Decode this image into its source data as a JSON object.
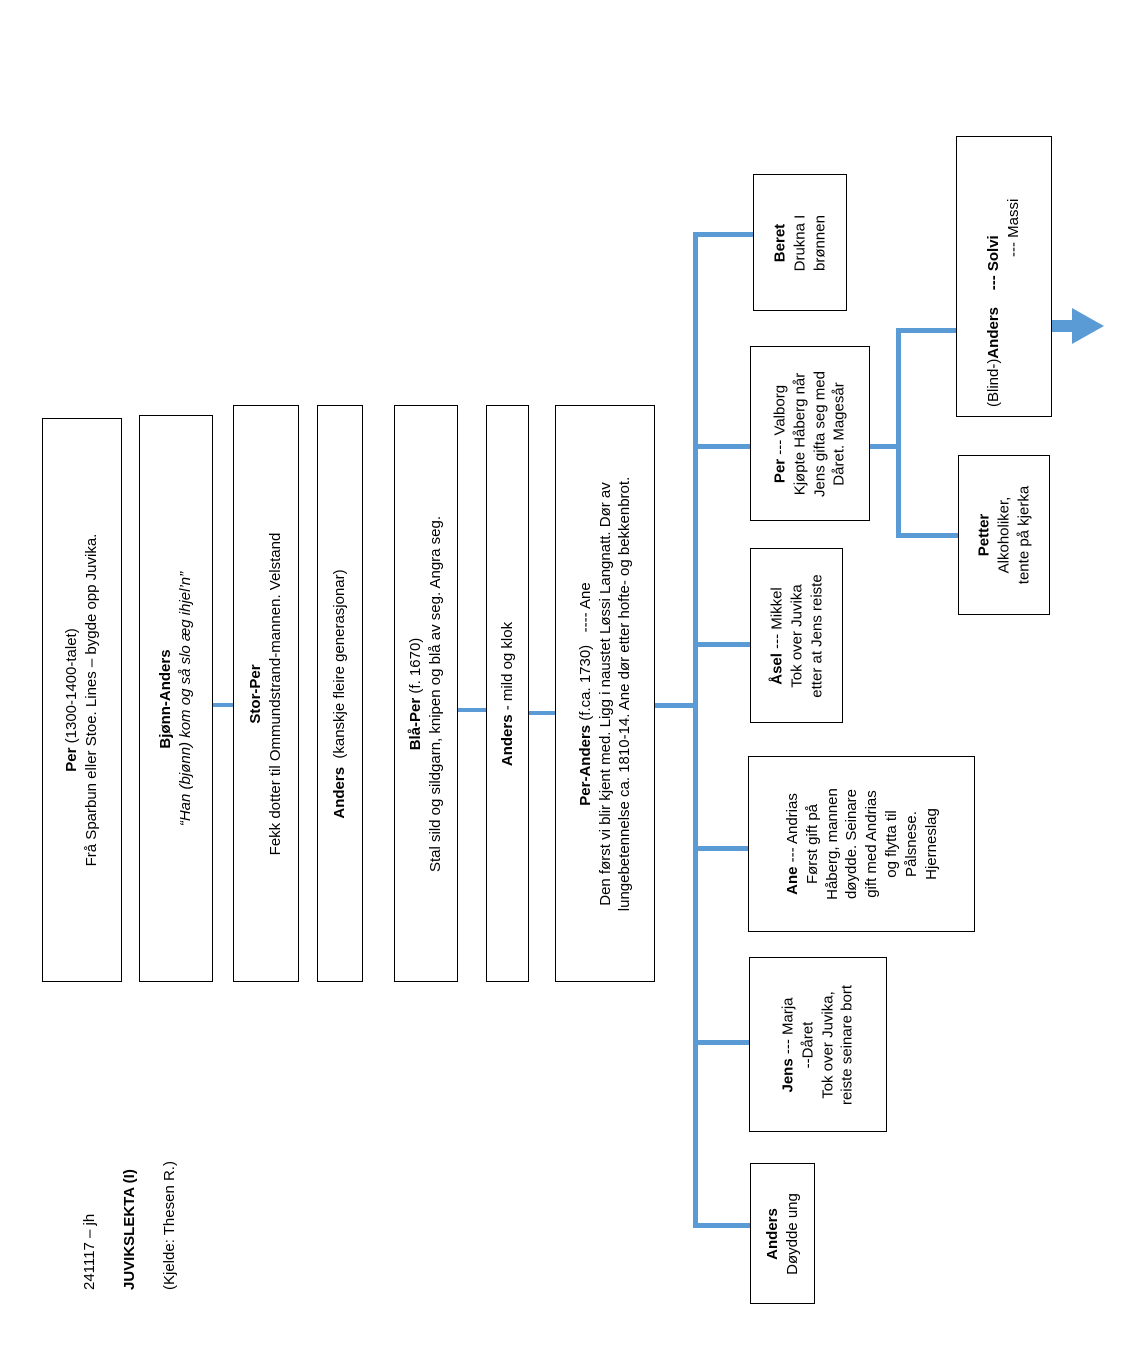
{
  "meta": {
    "code": "241117 – jh",
    "title": "JUVIKSLEKTA (I)",
    "source": "(Kjelde: Thesen R.)"
  },
  "colors": {
    "connector": "#5b9bd5",
    "box_border": "#000000"
  },
  "gen": [
    {
      "name": "Per",
      "name_suffix": " (1300-1400-talet)",
      "lines": [
        "Frå Sparbun eller Stoe. Lines – bygde opp Juvika."
      ]
    },
    {
      "name": "Bjønn-Anders",
      "name_suffix": "",
      "lines": [
        "“Han (bjønn) kom og så slo æg ihjel’n”"
      ]
    },
    {
      "name": "Stor-Per",
      "name_suffix": "",
      "lines": [
        "Fekk dotter til Ommundstrand-mannen. Velstand"
      ]
    },
    {
      "name": "Anders",
      "name_suffix": "  (kanskje fleire generasjonar)",
      "lines": []
    },
    {
      "name": "Blå-Per",
      "name_suffix": " (f. 1670)",
      "lines": [
        "Stal sild og sildgarn, knipen og blå av seg. Angra seg."
      ]
    },
    {
      "name": "Anders",
      "name_suffix": " - mild og klok",
      "lines": []
    },
    {
      "name": "Per-Anders",
      "name_suffix": " (f.ca. 1730)   ---- Ane",
      "lines": [
        "Den først vi blir kjent med. Ligg i naustet Løssi Langnatt. Dør av",
        "lungebetennelse ca. 1810-14. Ane dør etter hofte- og bekkenbrot."
      ]
    }
  ],
  "children": [
    {
      "name": "Anders",
      "name_suffix": "",
      "lines": [
        "Døydde ung"
      ]
    },
    {
      "name": "Jens",
      "name_suffix": " --- Marja",
      "lines": [
        "--Dåret",
        "Tok over Juvika,",
        "reiste seinare bort"
      ]
    },
    {
      "name": "Ane",
      "name_suffix": " --- Andrias",
      "lines": [
        "Først gift på",
        "Håberg, mannen",
        "døydde. Seinare",
        "gift med Andrias",
        "og flytta til",
        "Pålsnese.",
        "Hjerneslag"
      ]
    },
    {
      "name": "Åsel",
      "name_suffix": " --- Mikkel",
      "lines": [
        "Tok over Juvika",
        "etter at Jens reiste"
      ]
    },
    {
      "name": "Per",
      "name_suffix": " --- Valborg",
      "lines": [
        "Kjøpte Håberg når",
        "Jens gifta seg med",
        "Dåret. Magesår"
      ]
    },
    {
      "name": "Beret",
      "name_suffix": "",
      "lines": [
        "Drukna I",
        "brønnen"
      ]
    }
  ],
  "grandchildren": [
    {
      "name": "Petter",
      "name_prefix": "",
      "name_suffix": "",
      "lines": [
        "Alkoholiker,",
        "tente på kjerka"
      ]
    },
    {
      "name": "Anders",
      "name_prefix": "(Blind-)",
      "name_suffix": "    --- Solvi",
      "lines": [
        "--- Massi"
      ]
    }
  ]
}
